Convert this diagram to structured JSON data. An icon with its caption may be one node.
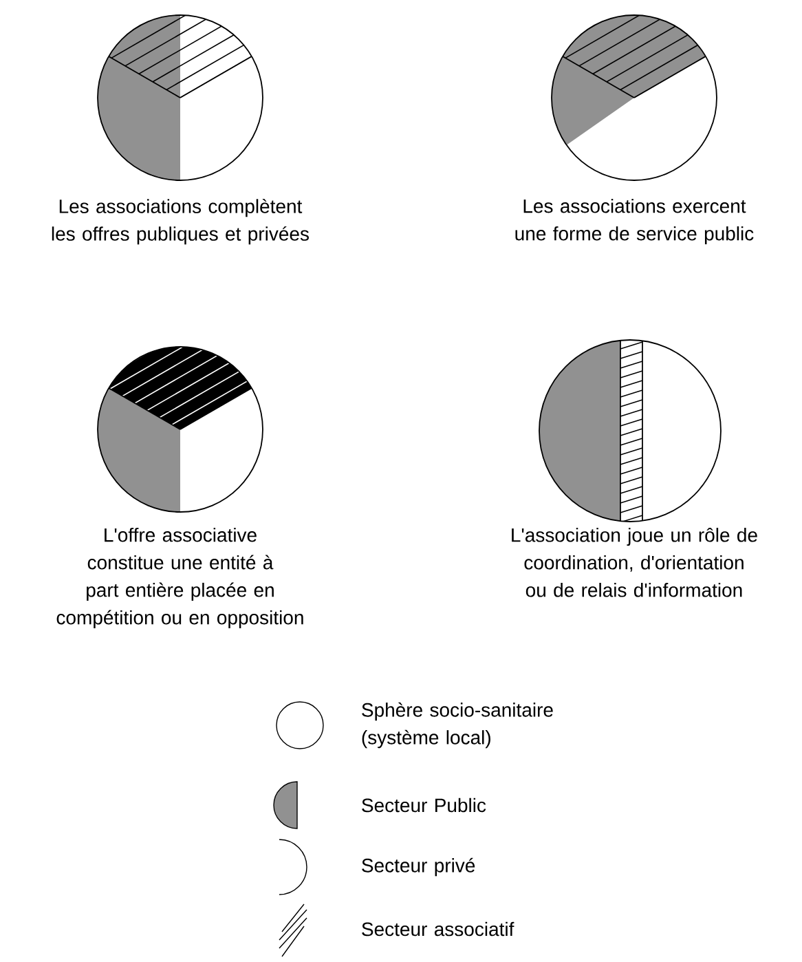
{
  "diagram": {
    "nodes": [
      {
        "text": [
          "Les associations complètent les offres publiques et privées"
        ]
      },
      {
        "text": [
          "Les associations exercent une forme de service public"
        ]
      },
      {
        "text": [
          "L'offre associative constitue une entité à part entière placée en compétition ou en opposition"
        ]
      },
      {
        "text": [
          "L'association joue un rôle de coordination, d'orientation ou de relais d'information"
        ]
      }
    ],
    "legend": [
      {
        "text": "Sphère socio-sanitaire (système local)"
      },
      {
        "text": "Secteur Public"
      },
      {
        "text": "Secteur privé"
      },
      {
        "text": "Secteur associatif"
      }
    ]
  }
}
